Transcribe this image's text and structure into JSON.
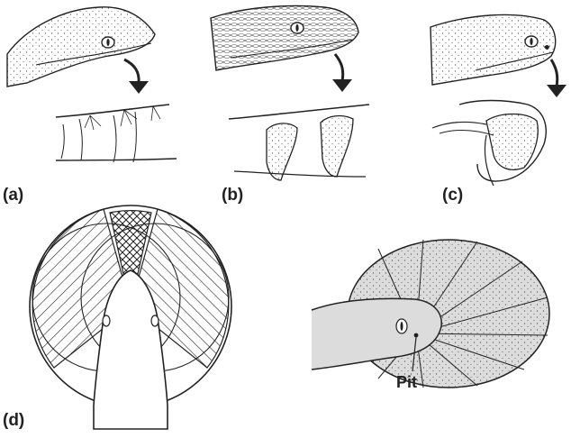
{
  "panels": [
    {
      "label": "(a)"
    },
    {
      "label": "(b)"
    },
    {
      "label": "(c)"
    },
    {
      "label": "(d)"
    }
  ],
  "callouts": {
    "pit": "Pit"
  },
  "colors": {
    "ink": "#222222",
    "scales": "#555555",
    "pit_field_fill": "#dcdcdc"
  },
  "icons": [
    "snake-head-drawing",
    "down-arrow",
    "pit-organ-cross-section",
    "overlapping-visual-fields",
    "infrared-field-ellipse"
  ]
}
